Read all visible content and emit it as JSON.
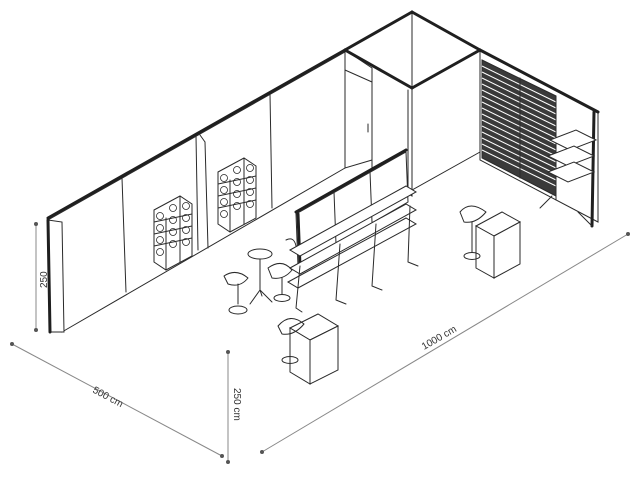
{
  "dimensions": {
    "depth_label": "500 cm",
    "length_label": "1000 cm",
    "wall_height_label": "250",
    "front_height_label": "250 cm"
  },
  "colors": {
    "line": "#2a2a2a",
    "dimension_line": "#888888",
    "background": "#ffffff"
  }
}
